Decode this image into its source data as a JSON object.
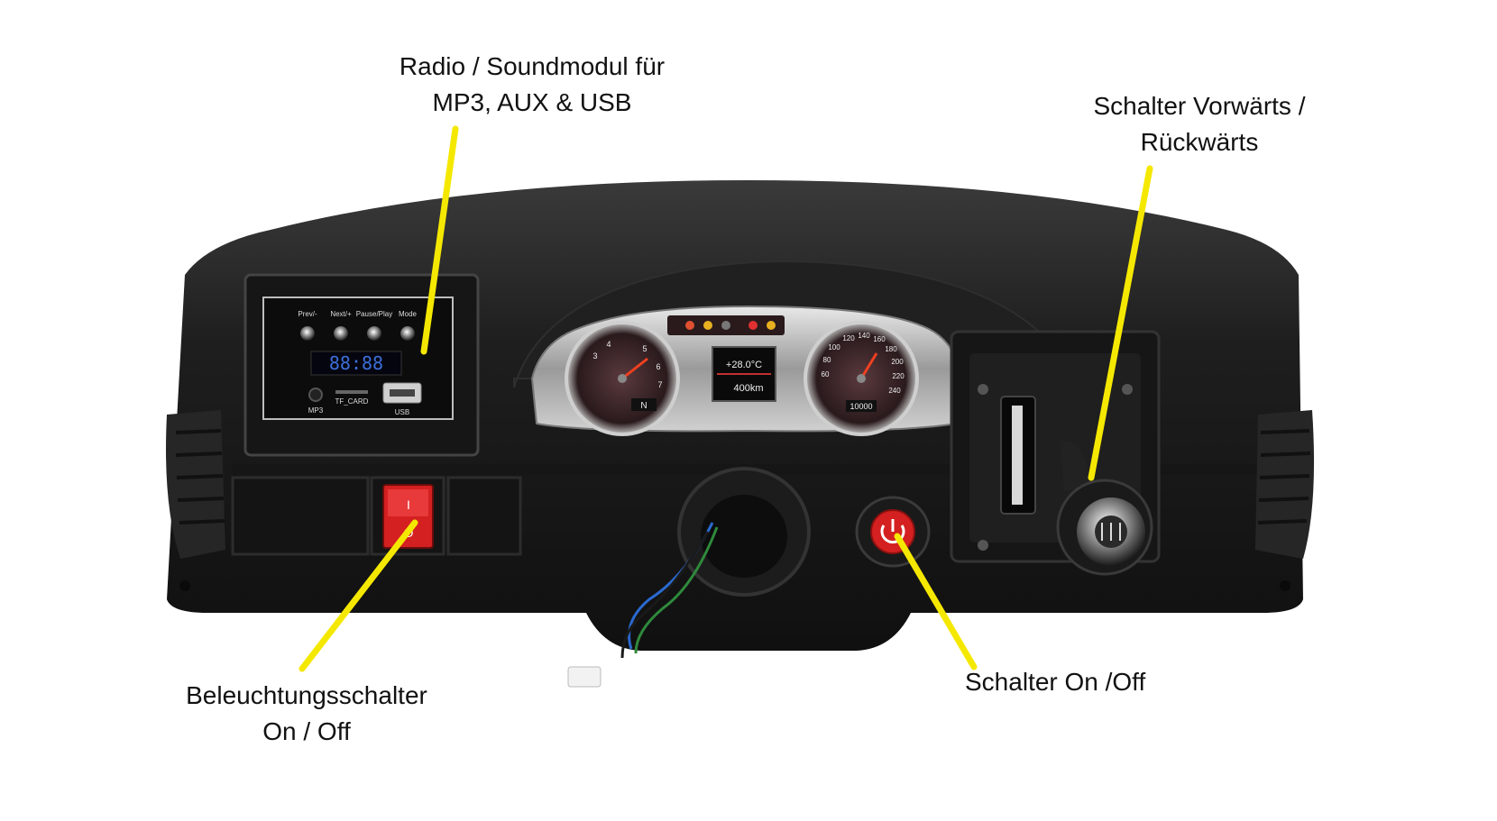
{
  "callouts": {
    "radio": {
      "line1": "Radio / Soundmodul für",
      "line2": "MP3, AUX & USB"
    },
    "direction": {
      "line1": "Schalter Vorwärts /",
      "line2": "Rückwärts"
    },
    "lighting": {
      "line1": "Beleuchtungsschalter",
      "line2": "On / Off"
    },
    "power": {
      "line1": "Schalter On /Off"
    }
  },
  "radio_module": {
    "buttons": [
      "Prev/-",
      "Next/+",
      "Pause/Play",
      "Mode"
    ],
    "display": "88:88",
    "port_labels": {
      "mp3": "MP3",
      "tf_card": "TF_CARD",
      "usb": "USB"
    }
  },
  "cluster": {
    "temperature": "+28.0°C",
    "distance": "400km",
    "left_dial": {
      "ticks": [
        "3",
        "4",
        "5",
        "6",
        "7"
      ],
      "gear": "N"
    },
    "right_dial": {
      "ticks": [
        "60",
        "80",
        "100",
        "120",
        "140",
        "160",
        "180",
        "200",
        "220",
        "240"
      ],
      "odometer": "10000"
    }
  },
  "switches": {
    "lighting_top": "I",
    "lighting_bottom": "O",
    "power_icon": "power-symbol"
  },
  "colors": {
    "callout_line": "#f5e800",
    "dashboard": "#1a1a1a",
    "switch_red": "#d42020"
  }
}
